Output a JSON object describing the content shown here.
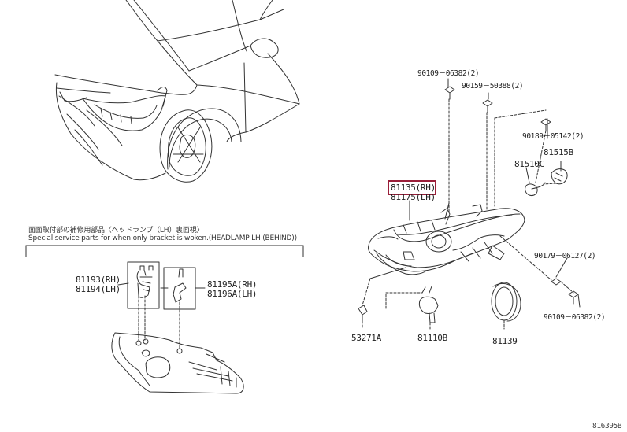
{
  "notes": {
    "jp": "面面取付部の補修用部品〈ヘッドランプ（LH）裏面視〉",
    "en": "Special service parts for when only bracket is woken.(HEADLAMP LH (BEHIND))"
  },
  "labels": {
    "p_90109_06382_top": "90109－06382(2)",
    "p_90159_50388": "90159－50388(2)",
    "p_90189_05142": "90189－05142(2)",
    "p_81515B": "81515B",
    "p_81510C": "81510C",
    "p_81135": "81135(RH)",
    "p_81175": "81175(LH)",
    "p_90179_06127": "90179－06127(2)",
    "p_90109_06382_bot": "90109－06382(2)",
    "p_53271A": "53271A",
    "p_81110B": "81110B",
    "p_81139": "81139",
    "p_81193": "81193(RH)",
    "p_81194": "81194(LH)",
    "p_81195A": "81195A(RH)",
    "p_81196A": "81196A(LH)",
    "ref_code": "816395B"
  },
  "colors": {
    "line": "#333333",
    "highlight": "#9a1f3a"
  },
  "highlighted_part": "81135(RH)"
}
